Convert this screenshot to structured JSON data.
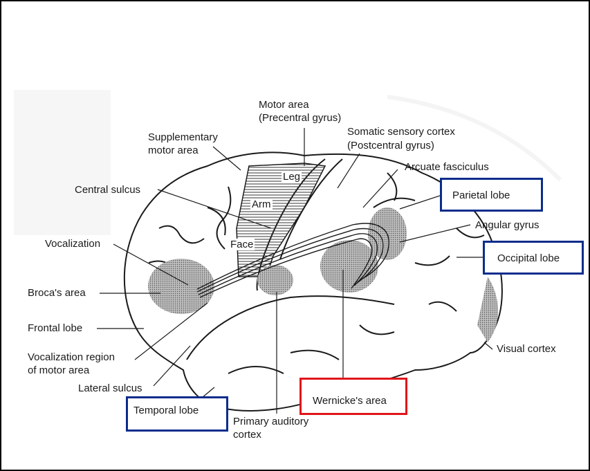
{
  "labels": {
    "motor_area_1": "Motor area",
    "motor_area_2": "(Precentral gyrus)",
    "somatic_1": "Somatic sensory cortex",
    "somatic_2": "(Postcentral gyrus)",
    "supp_1": "Supplementary",
    "supp_2": "motor area",
    "arcuate": "Arcuate fasciculus",
    "leg": "Leg",
    "arm": "Arm",
    "face": "Face",
    "central_sulcus": "Central sulcus",
    "vocalization": "Vocalization",
    "angular_gyrus": "Angular gyrus",
    "brocas_area": "Broca's area",
    "frontal_lobe": "Frontal lobe",
    "vocal_region_1": "Vocalization region",
    "vocal_region_2": "of motor area",
    "lateral_sulcus": "Lateral sulcus",
    "visual_cortex": "Visual cortex",
    "primary_auditory_1": "Primary auditory",
    "primary_auditory_2": "cortex"
  },
  "boxed_labels": {
    "parietal_lobe": "Parietal lobe",
    "occipital_lobe": "Occipital lobe",
    "temporal_lobe": "Temporal lobe",
    "wernickes_area": "Wernicke's area"
  },
  "colors": {
    "blue_box": "#0a2c8c",
    "red_box": "#e0141a",
    "line": "#1a1a1a",
    "shade": "#8a8a8a"
  }
}
